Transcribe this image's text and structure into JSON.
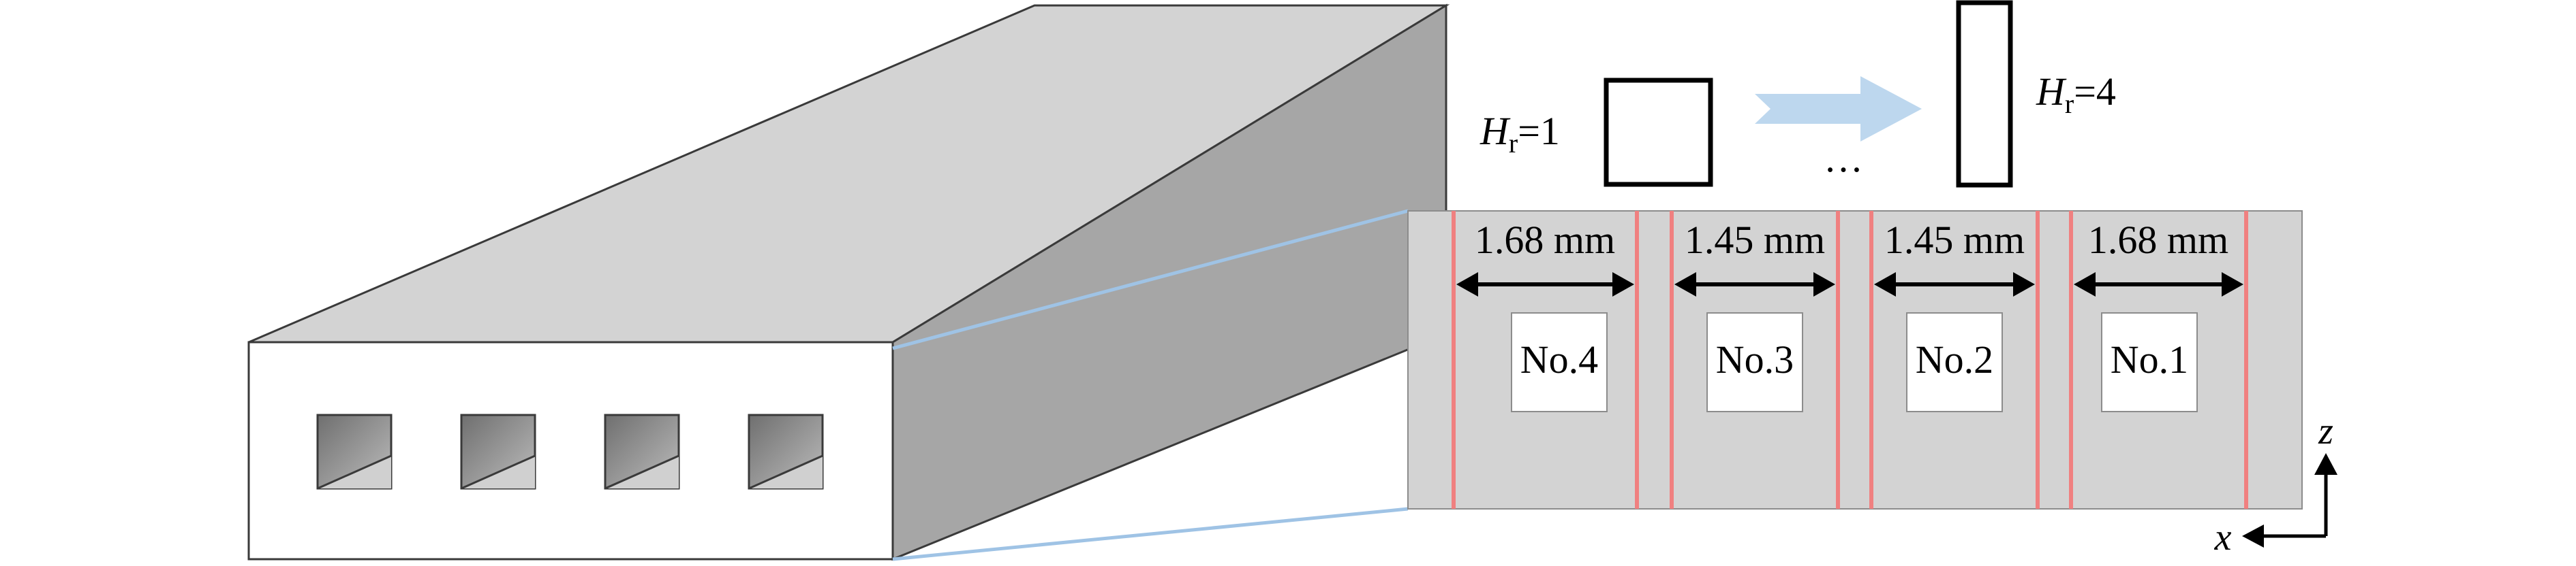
{
  "aspect_ratio": {
    "left": {
      "symbol": "H",
      "subscript": "r",
      "value": "=1"
    },
    "ellipsis": "…",
    "right": {
      "symbol": "H",
      "subscript": "r",
      "value": "=4"
    }
  },
  "channels": [
    {
      "label": "No.4",
      "width": "1.68 mm"
    },
    {
      "label": "No.3",
      "width": "1.45 mm"
    },
    {
      "label": "No.2",
      "width": "1.45 mm"
    },
    {
      "label": "No.1",
      "width": "1.68 mm"
    }
  ],
  "axes": {
    "x": "x",
    "z": "z"
  },
  "colors": {
    "top_face": "#d3d3d3",
    "side_face": "#a6a6a6",
    "front_face": "#ffffff",
    "section_fill": "#d3d3d3",
    "divider": "#f08080",
    "zoom_lines": "#9fc3e5",
    "arrow_fill": "#bdd7ee"
  }
}
